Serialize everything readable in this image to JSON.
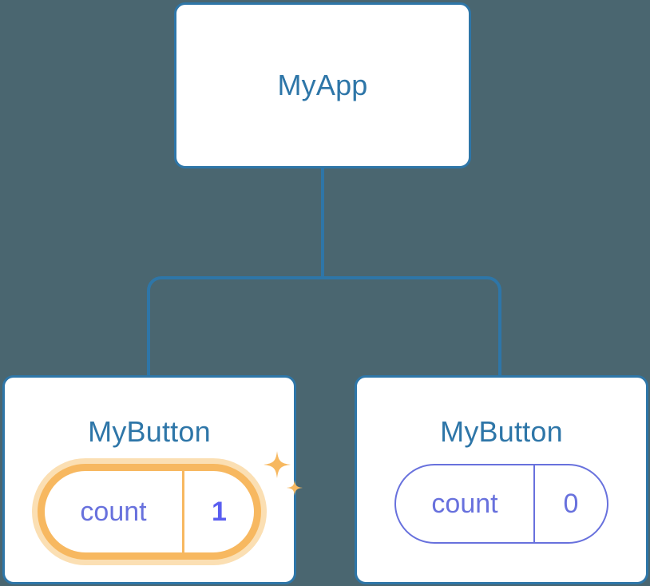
{
  "diagram": {
    "type": "component-tree",
    "background_color": "#4a6670",
    "node_border_color": "#2e76a8",
    "node_title_color": "#2e76a8",
    "connector_color": "#2e76a8",
    "state_color": "#6871dd",
    "highlight_color": "#f7b860",
    "highlight_glow_color": "#fbdfb3",
    "sparkle_color": "#f7b860"
  },
  "root": {
    "title": "MyApp"
  },
  "children": [
    {
      "title": "MyButton",
      "state_key": "count",
      "state_value": "1",
      "highlighted": true,
      "sparkles": true
    },
    {
      "title": "MyButton",
      "state_key": "count",
      "state_value": "0",
      "highlighted": false,
      "sparkles": false
    }
  ]
}
